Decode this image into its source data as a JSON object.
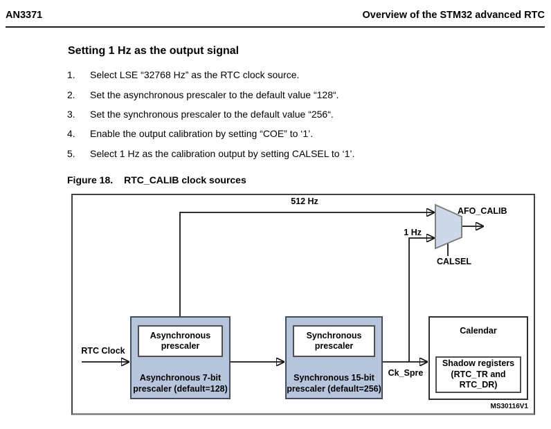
{
  "header": {
    "doc_id": "AN3371",
    "title": "Overview of the STM32 advanced RTC"
  },
  "section": {
    "heading": "Setting 1 Hz as the output signal",
    "steps": [
      {
        "num": "1.",
        "text": "Select LSE “32768 Hz” as the RTC clock source."
      },
      {
        "num": "2.",
        "text": "Set the asynchronous prescaler to the default value “128“."
      },
      {
        "num": "3.",
        "text": "Set the synchronous prescaler to the default value “256“."
      },
      {
        "num": "4.",
        "text": "Enable the output calibration by setting “COE” to ‘1’."
      },
      {
        "num": "5.",
        "text": "Select 1 Hz as the calibration output by setting CALSEL to ‘1’."
      }
    ]
  },
  "figure": {
    "caption_label": "Figure 18.",
    "caption_title": "RTC_CALIB clock sources",
    "labels": {
      "hz512": "512 Hz",
      "hz1": "1 Hz",
      "afo_calib": "AFO_CALIB",
      "calsel": "CALSEL",
      "rtc_clock": "RTC Clock",
      "ck_spre": "Ck_Spre",
      "watermark": "MS30116V1"
    },
    "blocks": {
      "async": {
        "inner_line1": "Asynchronous",
        "inner_line2": "prescaler",
        "caption_line1": "Asynchronous 7-bit",
        "caption_line2": "prescaler (default=128)"
      },
      "sync": {
        "inner_line1": "Synchronous",
        "inner_line2": "prescaler",
        "caption_line1": "Synchronous 15-bit",
        "caption_line2": "prescaler (default=256)"
      },
      "calendar": {
        "title": "Calendar",
        "inner_line1": "Shadow registers",
        "inner_line2": "(RTC_TR and",
        "inner_line3": "RTC_DR)"
      }
    },
    "colors": {
      "box_fill": "#b7c5dc",
      "box_border": "#434e5a",
      "inner_border": "#4f4f4f",
      "mux_fill": "#cdd9e8",
      "mux_border": "#7f7f7f"
    }
  }
}
